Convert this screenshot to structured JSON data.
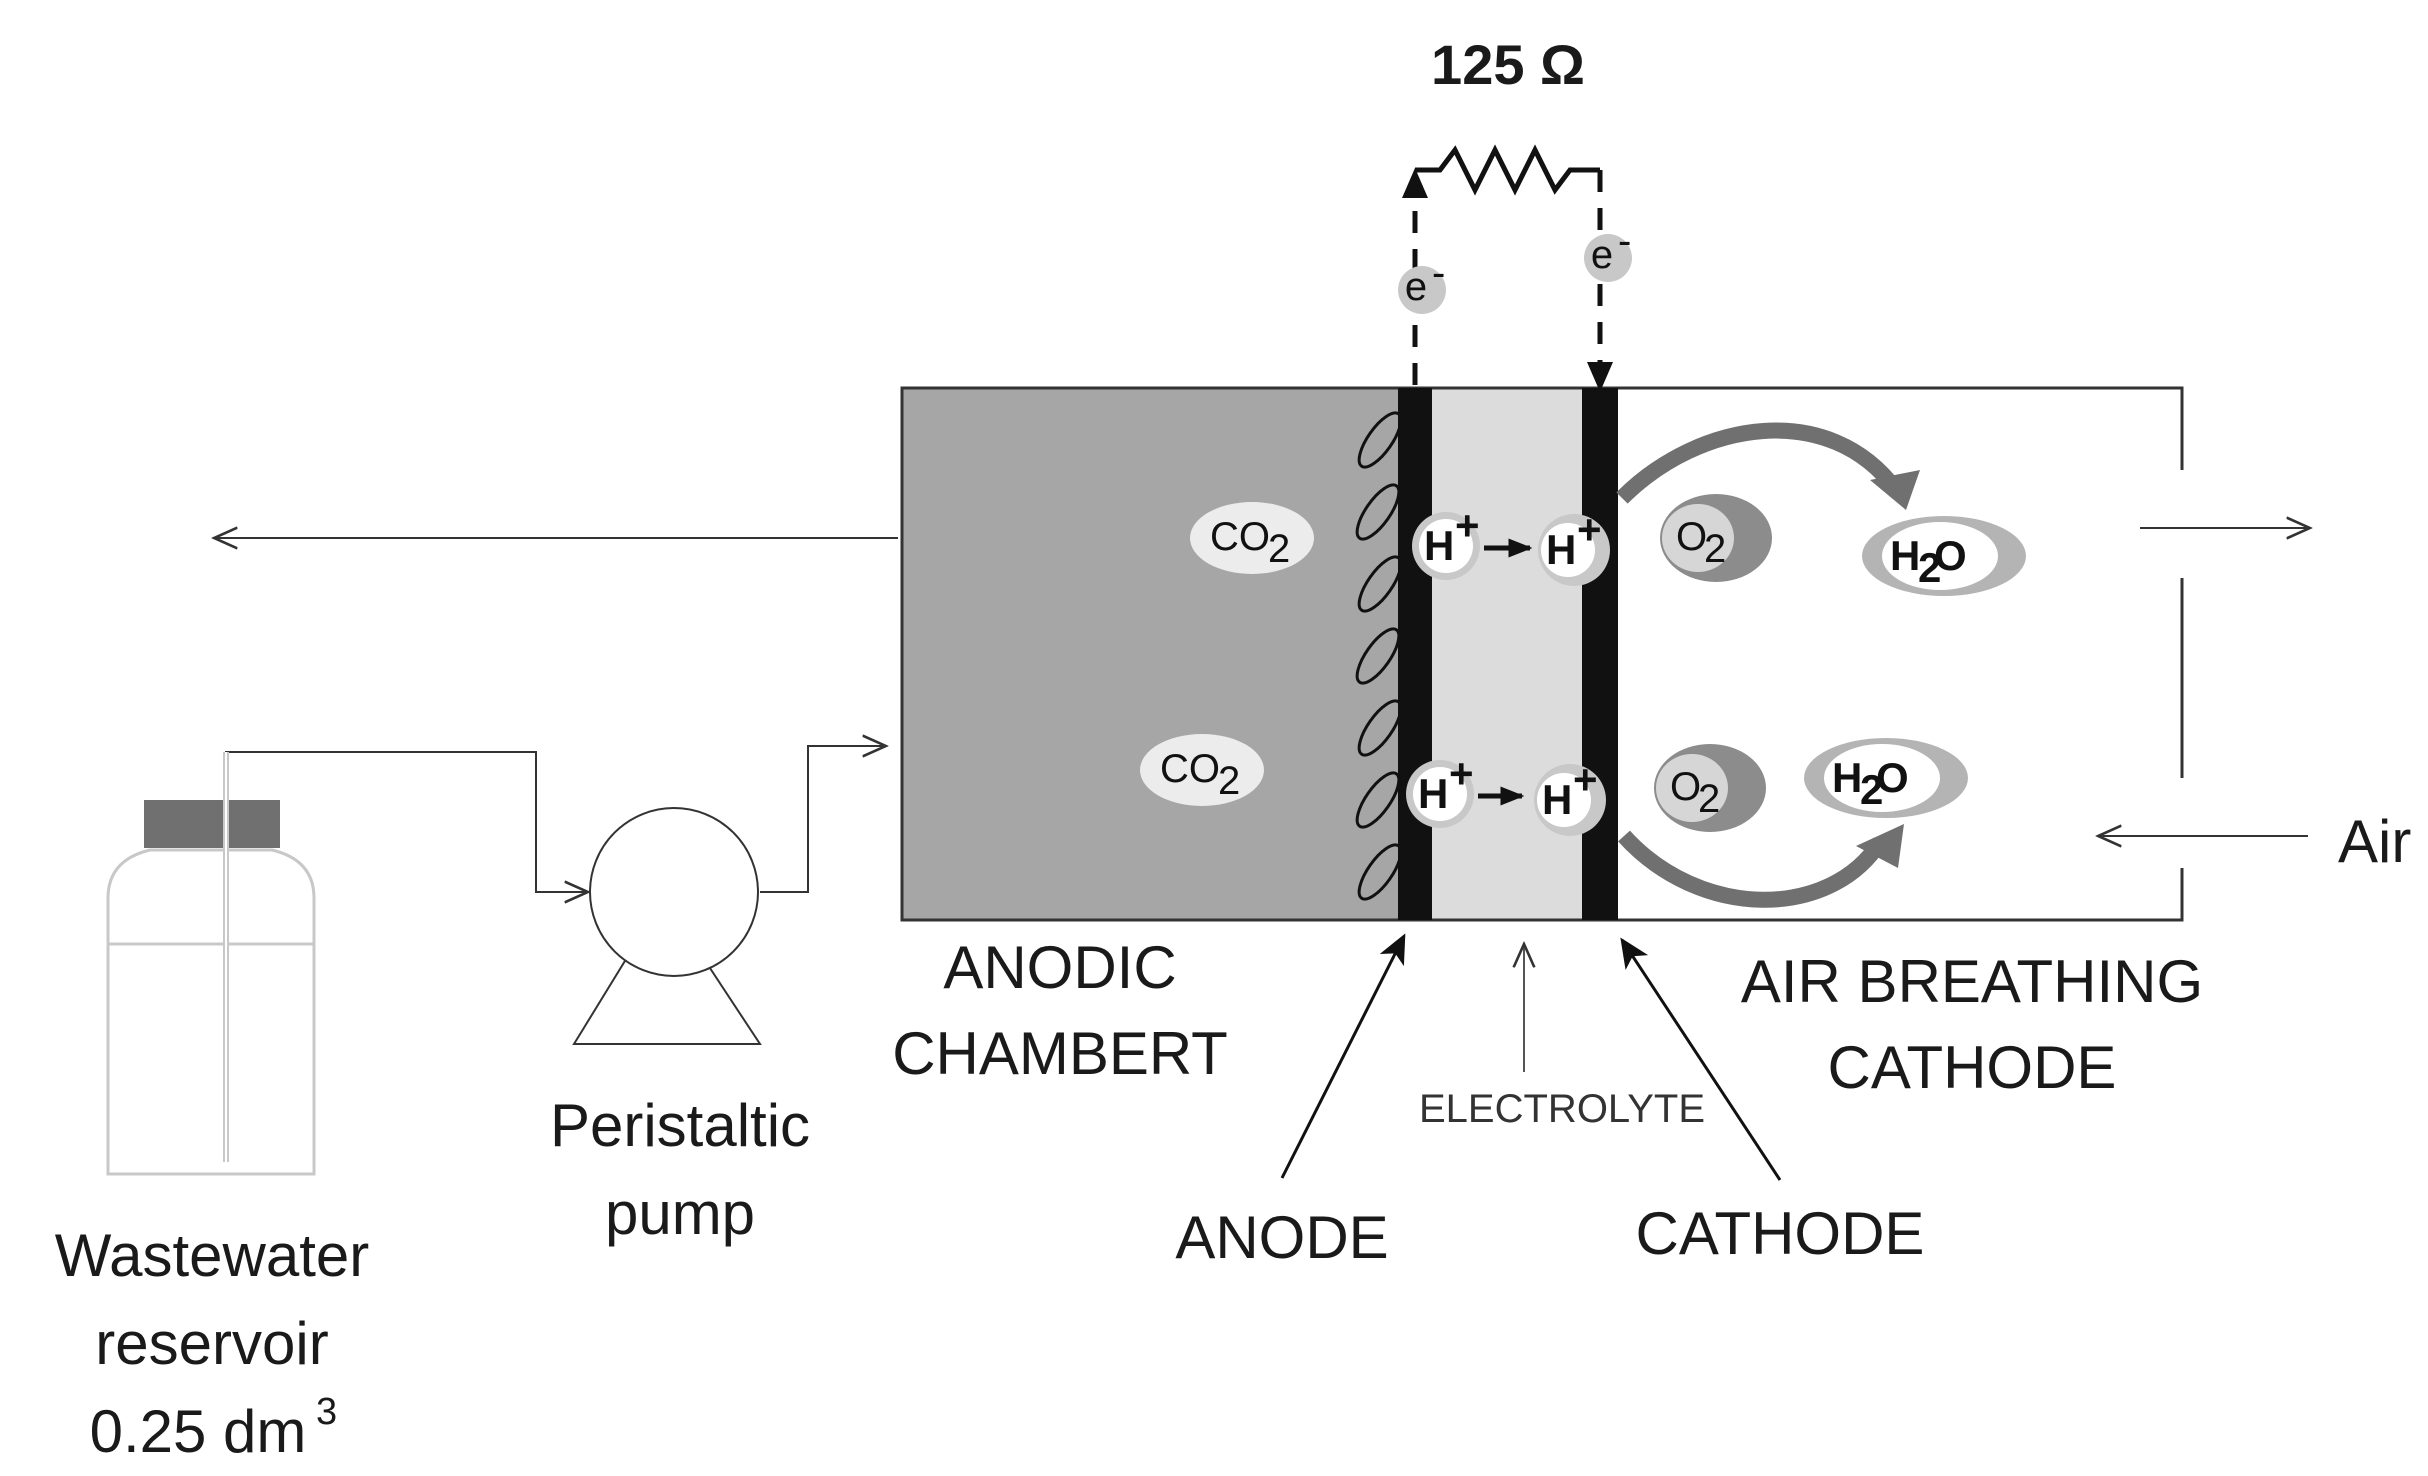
{
  "resistor": {
    "label": "125 Ω"
  },
  "electron_label": "e",
  "electron_sup": "-",
  "species": {
    "co2_main": "CO",
    "co2_sub": "2",
    "proton_main": "H",
    "proton_sup": "+",
    "o2_main": "O",
    "o2_sub": "2",
    "h2o_main": "H",
    "h2o_sub": "2",
    "h2o_tail": "O"
  },
  "labels": {
    "anodic_chamber_line1": "ANODIC",
    "anodic_chamber_line2": "CHAMBERT",
    "air_breathing_line1": "AIR BREATHING",
    "air_breathing_line2": "CATHODE",
    "electrolyte": "ELECTROLYTE",
    "anode": "ANODE",
    "cathode": "CATHODE",
    "air": "Air",
    "pump_line1": "Peristaltic",
    "pump_line2": "pump",
    "reservoir_line1": "Wastewater",
    "reservoir_line2": "reservoir",
    "reservoir_line3": "0.25 dm",
    "reservoir_sup": "3"
  },
  "colors": {
    "anodic_chamber": "#a6a6a6",
    "electrolyte": "#dcdcdc",
    "electrode": "#111111",
    "ion_bubble": "#c8c8c8",
    "o2_bubble": "#8c8c8c",
    "reaction_arrow": "#707070"
  }
}
